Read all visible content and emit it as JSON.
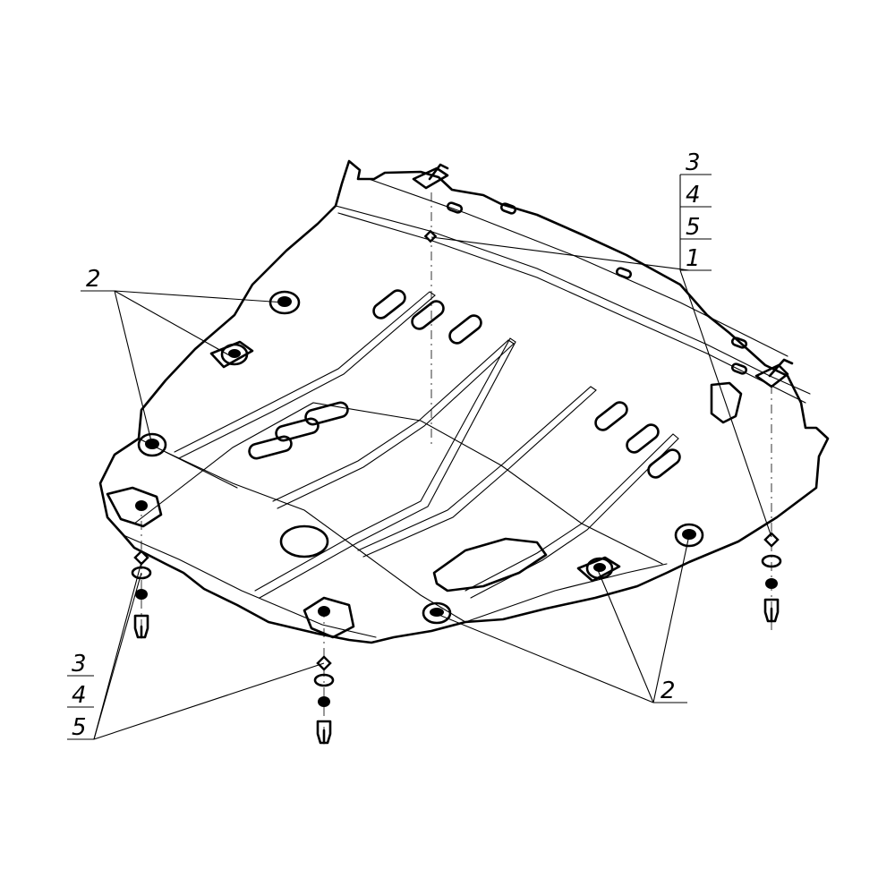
{
  "callouts": {
    "top_right": [
      "3",
      "4",
      "5",
      "1"
    ],
    "left_upper": "2",
    "bottom_left": [
      "3",
      "4",
      "5"
    ],
    "bottom_right": "2"
  },
  "colors": {
    "ink": "#000000",
    "background": "#ffffff"
  }
}
